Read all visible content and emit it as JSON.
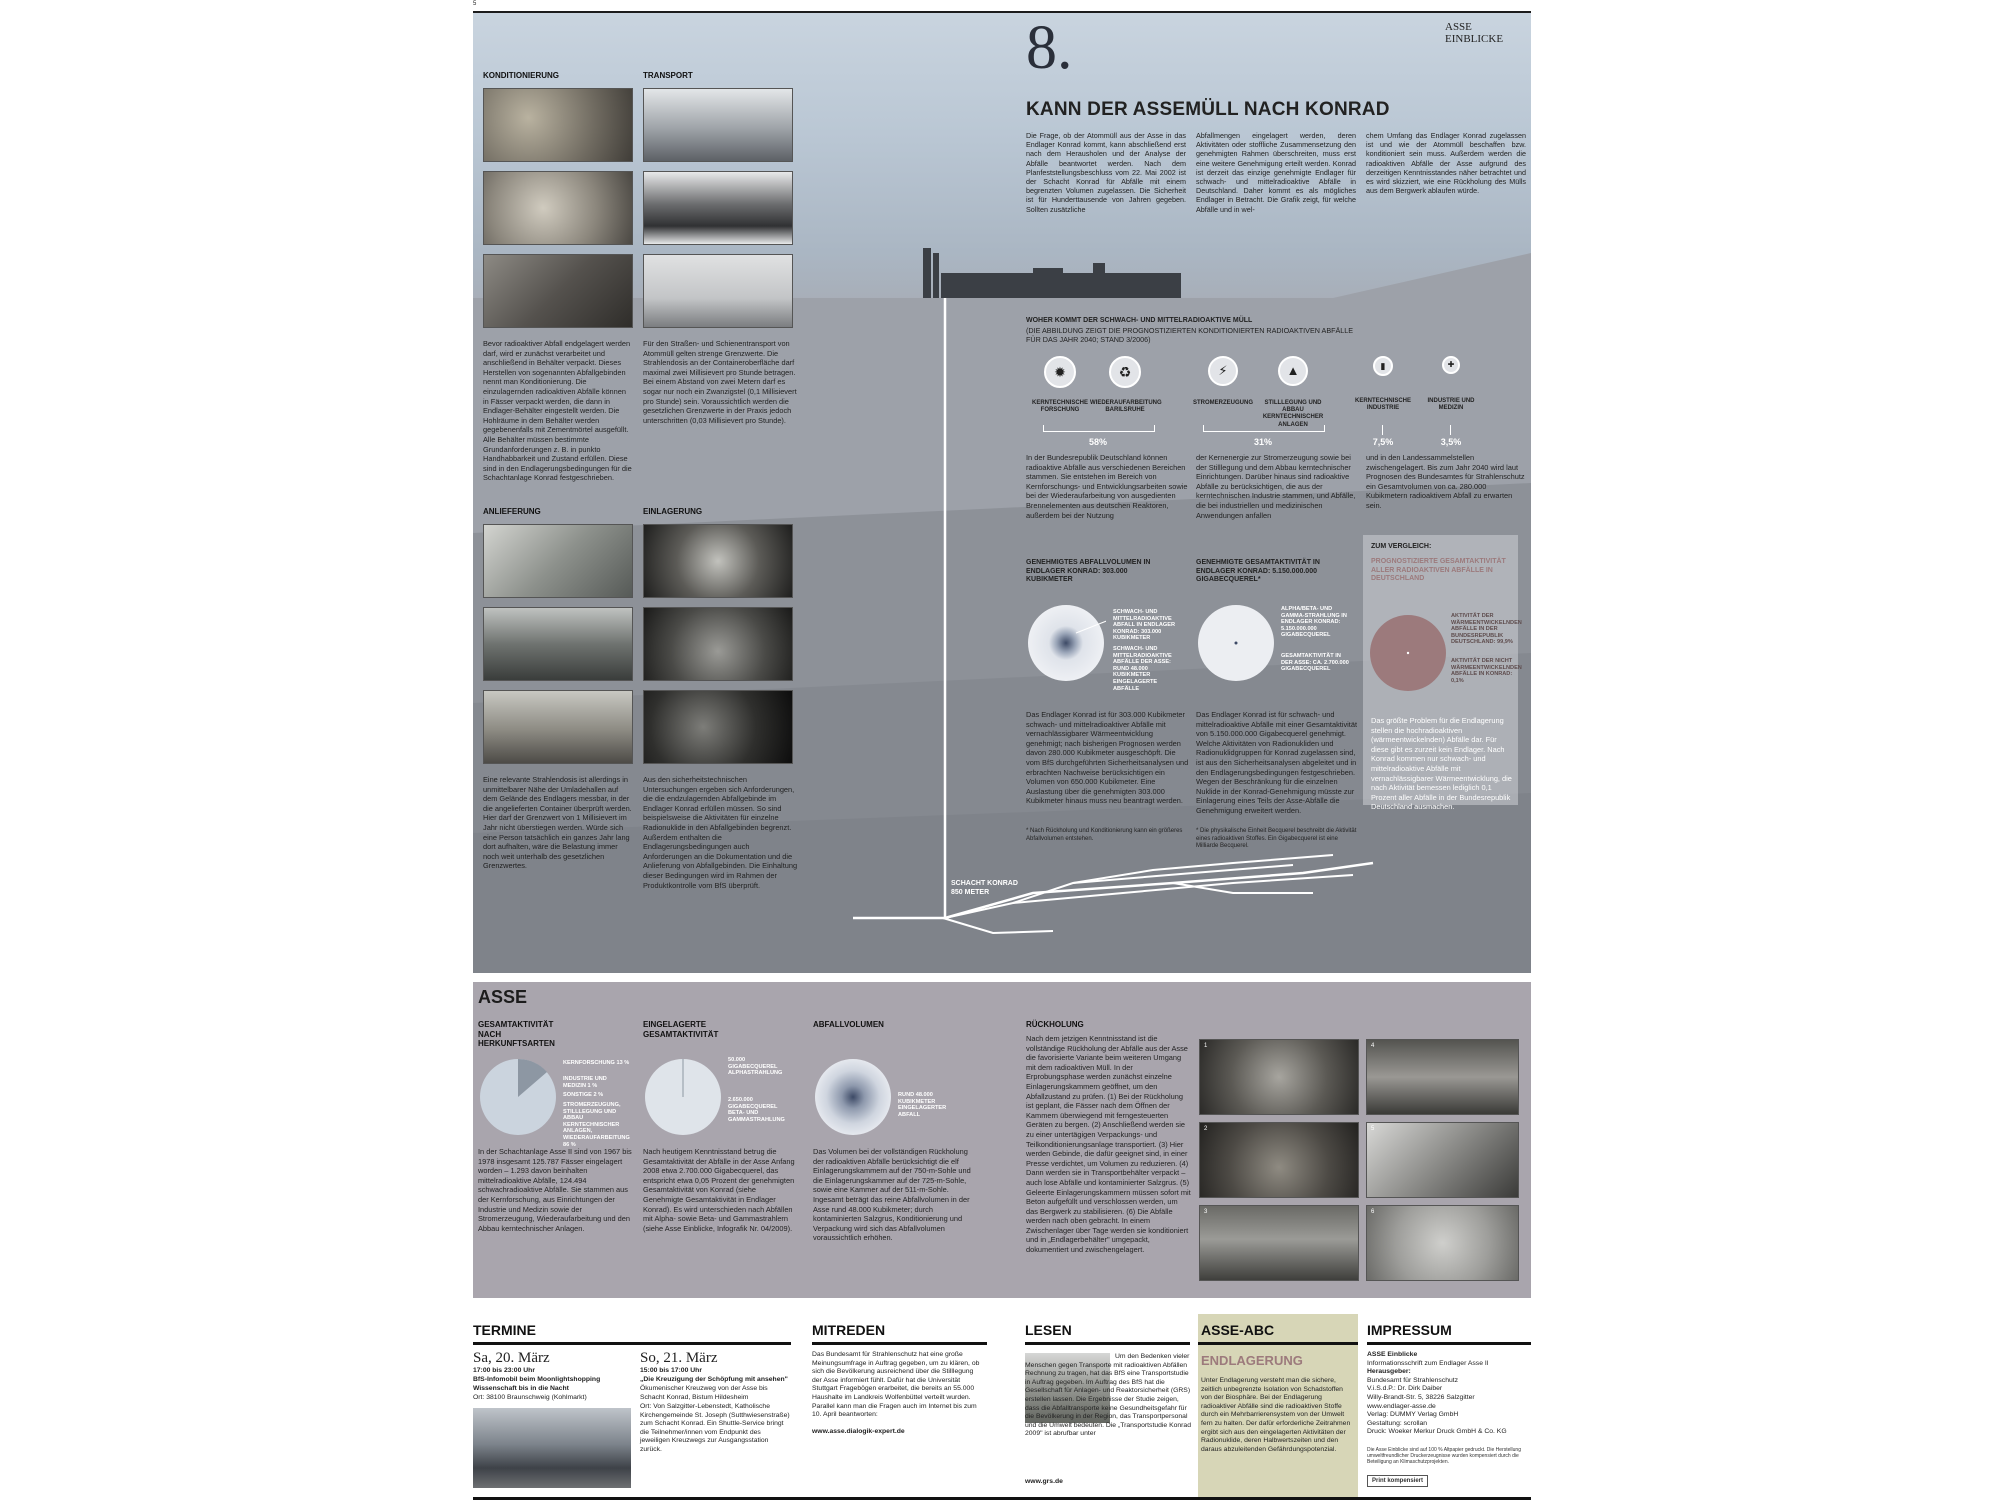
{
  "page_number": "5",
  "header": {
    "number": "8.",
    "series": "ASSE EINBLICKE",
    "title": "KANN DER ASSEMÜLL NACH KONRAD",
    "intro": [
      "Die Frage, ob der Atommüll aus der Asse in das Endlager Konrad kommt, kann abschließend erst nach dem Herausholen und der Analyse der Abfälle beantwortet werden. Nach dem Planfeststellungsbeschluss vom 22. Mai 2002 ist der Schacht Konrad für Abfälle mit einem begrenzten Volumen zugelassen. Die Sicherheit ist für Hunderttausende von Jahren gegeben. Sollten zusätzliche",
      "Abfallmengen eingelagert werden, deren Aktivitäten oder stoffliche Zusammensetzung den genehmigten Rahmen überschreiten, muss erst eine weitere Genehmigung erteilt werden. Konrad ist derzeit das einzige genehmigte Endlager für schwach- und mittelradioaktive Abfälle in Deutschland. Daher kommt es als mögliches Endlager in Betracht. Die Grafik zeigt, für welche Abfälle und in wel-",
      "chem Umfang das Endlager Konrad zugelassen ist und wie der Atommüll beschaffen bzw. konditioniert sein muss. Außerdem werden die radioaktiven Abfälle der Asse aufgrund des derzeitigen Kenntnisstandes näher betrachtet und es wird skizziert, wie eine Rückholung des Mülls aus dem Bergwerk ablaufen würde."
    ]
  },
  "left": {
    "konditionierung": {
      "label": "KONDITIONIERUNG",
      "text": "Bevor radioaktiver Abfall endgelagert werden darf, wird er zunächst verarbeitet und anschließend in Behälter verpackt. Dieses Herstellen von sogenannten Abfallgebinden nennt man Konditionierung. Die einzulagernden radioaktiven Abfälle können in Fässer verpackt werden, die dann in Endlager-Behälter eingestellt werden. Die Hohlräume in dem Behälter werden gegebenenfalls mit Zementmörtel ausgefüllt. Alle Behälter müssen bestimmte Grundanforderungen z. B. in punkto Handhabbarkeit und Zustand erfüllen. Diese sind in den Endlagerungsbedingungen für die Schachtanlage Konrad festgeschrieben."
    },
    "transport": {
      "label": "TRANSPORT",
      "text": "Für den Straßen- und Schienentransport von Atommüll gelten strenge Grenzwerte. Die Strahlendosis an der Containeroberfläche darf maximal zwei Millisievert pro Stunde betragen. Bei einem Abstand von zwei Metern darf es sogar nur noch ein Zwanzigstel (0,1 Millisievert pro Stunde) sein. Voraussichtlich werden die gesetzlichen Grenzwerte in der Praxis jedoch unterschritten (0,03 Millisievert pro Stunde)."
    },
    "anlieferung": {
      "label": "ANLIEFERUNG",
      "text": "Eine relevante Strahlendosis ist allerdings in unmittelbarer Nähe der Umladehallen auf dem Gelände des Endlagers messbar, in der die angelieferten Container überprüft werden. Hier darf der Grenzwert von 1 Millisievert im Jahr nicht überstiegen werden. Würde sich eine Person tatsächlich ein ganzes Jahr lang dort aufhalten, wäre die Belastung immer noch weit unterhalb des gesetzlichen Grenzwertes."
    },
    "einlagerung": {
      "label": "EINLAGERUNG",
      "text": "Aus den sicherheitstechnischen Untersuchungen ergeben sich Anforderungen, die die endzulagernden Abfallgebinde im Endlager Konrad erfüllen müssen. So sind beispielsweise die Aktivitäten für einzelne Radionuklide in den Abfallgebinden begrenzt. Außerdem enthalten die Endlagerungsbedingungen auch Anforderungen an die Dokumentation und die Anlieferung von Abfallgebinden. Die Einhaltung dieser Bedingungen wird im Rahmen der Produktkontrolle vom BfS überprüft."
    }
  },
  "herkunft": {
    "title": "WOHER KOMMT DER SCHWACH- UND MITTELRADIOAKTIVE MÜLL",
    "subtitle": "(DIE ABBILDUNG ZEIGT DIE PROGNOSTIZIERTEN KONDITIONIERTEN RADIOAKTIVEN ABFÄLLE FÜR DAS JAHR 2040; STAND 3/2006)",
    "categories": [
      {
        "label": "KERNTECHNISCHE FORSCHUNG",
        "icon": "atom-icon"
      },
      {
        "label": "WIEDERAUFARBEITUNG BARILSRUHE",
        "icon": "recycle-icon"
      },
      {
        "label": "STROMERZEUGUNG",
        "icon": "power-plant-icon"
      },
      {
        "label": "STILLLEGUNG UND ABBAU KERNTECHNISCHER ANLAGEN",
        "icon": "demolition-icon"
      },
      {
        "label": "KERNTECHNISCHE INDUSTRIE",
        "icon": "industry-icon"
      },
      {
        "label": "INDUSTRIE UND MEDIZIN",
        "icon": "medicine-icon"
      }
    ],
    "percentages": [
      {
        "value": "58%",
        "share": 58
      },
      {
        "value": "31%",
        "share": 31
      },
      {
        "value": "7,5%",
        "share": 7.5
      },
      {
        "value": "3,5%",
        "share": 3.5
      }
    ],
    "text": [
      "In der Bundesrepublik Deutschland können radioaktive Abfälle aus verschiedenen Bereichen stammen. Sie entstehen im Bereich von Kernforschungs- und Entwicklungsarbeiten sowie bei der Wiederaufarbeitung von ausgedienten Brennelementen aus deutschen Reaktoren, außerdem bei der Nutzung",
      "der Kernenergie zur Stromerzeugung sowie bei der Stilllegung und dem Abbau kerntechnischer Einrichtungen. Darüber hinaus sind radioaktive Abfälle zu berücksichtigen, die aus der kerntechnischen Industrie stammen, und Abfälle, die bei industriellen und medizinischen Anwendungen anfallen",
      "und in den Landessammelstellen zwischengelagert. Bis zum Jahr 2040 wird laut Prognosen des Bundesamtes für Strahlenschutz ein Gesamtvolumen von ca. 280.000 Kubikmetern radioaktivem Abfall zu erwarten sein."
    ]
  },
  "konrad": {
    "volume": {
      "title": "GENEHMIGTES ABFALLVOLUMEN IN ENDLAGER KONRAD: 303.000 KUBIKMETER",
      "label1": "SCHWACH- UND MITTELRADIOAKTIVE ABFALL IN ENDLAGER KONRAD: 303.000 KUBIKMETER",
      "label2": "SCHWACH- UND MITTELRADIOAKTIVE ABFÄLLE DER ASSE: RUND 48.000 KUBIKMETER EINGELAGERTE ABFÄLLE",
      "text": "Das Endlager Konrad ist für 303.000 Kubikmeter schwach- und mittelradioaktiver Abfälle mit vernachlässigbarer Wärmeentwicklung genehmigt; nach bisherigen Prognosen werden davon 280.000 Kubikmeter ausgeschöpft. Die vom BfS durchgeführten Sicherheitsanalysen und erbrachten Nachweise berücksichtigen ein Volumen von 650.000 Kubikmeter. Eine Auslastung über die genehmigten 303.000 Kubikmeter hinaus muss neu beantragt werden.",
      "footnote": "* Nach Rückholung und Konditionierung kann ein größeres Abfallvolumen entstehen."
    },
    "activity": {
      "title": "GENEHMIGTE GESAMTAKTIVITÄT IN ENDLAGER KONRAD: 5.150.000.000 GIGABECQUEREL*",
      "label1": "ALPHA/BETA- UND GAMMA-STRAHLUNG IN ENDLAGER KONRAD: 5.150.000.000 GIGABECQUEREL",
      "label2": "GESAMTAKTIVITÄT IN DER ASSE: CA. 2.700.000 GIGABECQUEREL",
      "text": "Das Endlager Konrad ist für schwach- und mittelradioaktive Abfälle mit einer Gesamtaktivität von 5.150.000.000 Gigabecquerel genehmigt. Welche Aktivitäten von Radionukliden und Radionuklidgruppen für Konrad zugelassen sind, ist aus den Sicherheitsanalysen abgeleitet und in den Endlagerungsbedingungen festgeschrieben. Wegen der Beschränkung für die einzelnen Nuklide in der Konrad-Genehmigung müsste zur Einlagerung eines Teils der Asse-Abfälle die Genehmigung erweitert werden.",
      "footnote": "* Die physikalische Einheit Becquerel beschreibt die Aktivität eines radioaktiven Stoffes. Ein Gigabecquerel ist eine Milliarde Becquerel."
    },
    "comparison": {
      "title": "ZUM VERGLEICH:",
      "subtitle": "PROGNOSTIZIERTE GESAMTAKTIVITÄT ALLER RADIOAKTIVEN ABFÄLLE IN DEUTSCHLAND",
      "label1": "AKTIVITÄT DER WÄRMEENTWICKELNDEN ABFÄLLE IN DER BUNDESREPUBLIK DEUTSCHLAND: 99,9%",
      "label2": "AKTIVITÄT DER NICHT WÄRMEENTWICKELNDEN ABFÄLLE IN KONRAD: 0,1%",
      "share_heat": 99.9,
      "share_konrad": 0.1,
      "text": "Das größte Problem für die Endlagerung stellen die hochradioaktiven (wärmeentwickelnden) Abfälle dar. Für diese gibt es zurzeit kein Endlager. Nach Konrad kommen nur schwach- und mittelradioaktive Abfälle mit vernachlässigbarer Wärmeentwicklung, die nach Aktivität bemessen lediglich 0,1 Prozent aller Abfälle in der Bundesrepublik Deutschland ausmachen."
    },
    "shaft": "SCHACHT KONRAD 850 METER"
  },
  "asse": {
    "title": "ASSE",
    "c1": {
      "title": "GESAMTAKTIVITÄT NACH HERKUNFTSARTEN",
      "labels": [
        "KERNFORSCHUNG 13 %",
        "INDUSTRIE UND MEDIZIN 1 %",
        "SONSTIGE 2 %",
        "STROMERZEUGUNG, STILLLEGUNG UND ABBAU KERNTECHNISCHER ANLAGEN, WIEDERAUFARBEITUNG 86 %"
      ],
      "shares": [
        13,
        1,
        2,
        86
      ],
      "text": "In der Schachtanlage Asse II sind von 1967 bis 1978 insgesamt 125.787 Fässer eingelagert worden – 1.293 davon beinhalten mittelradioaktive Abfälle, 124.494 schwachradioaktive Abfälle. Sie stammen aus der Kernforschung, aus Einrichtungen der Industrie und Medizin sowie der Stromerzeugung, Wiederaufarbeitung und den Abbau kerntechnischer Anlagen."
    },
    "c2": {
      "title": "EINGELAGERTE GESAMTAKTIVITÄT",
      "labels": [
        "50.000 GIGABECQUEREL ALPHASTRAHLUNG",
        "2.650.000 GIGABECQUEREL BETA- UND GAMMASTRAHLUNG"
      ],
      "values": [
        50000,
        2650000
      ],
      "text": "Nach heutigem Kenntnisstand betrug die Gesamtaktivität der Abfälle in der Asse Anfang 2008 etwa 2.700.000 Gigabecquerel, das entspricht etwa 0,05 Prozent der genehmigten Gesamtaktivität von Konrad (siehe Genehmigte Gesamtaktivität in Endlager Konrad). Es wird unterschieden nach Abfällen mit Alpha- sowie Beta- und Gammastrahlern (siehe Asse Einblicke, Infografik Nr. 04/2009)."
    },
    "c3": {
      "title": "ABFALLVOLUMEN",
      "label": "RUND 48.000 KUBIKMETER EINGELAGERTER ABFALL",
      "text": "Das Volumen bei der vollständigen Rückholung der radioaktiven Abfälle berücksichtigt die elf Einlagerungskammern auf der 750-m-Sohle und die Einlagerungskammer auf der 725-m-Sohle, sowie eine Kammer auf der 511-m-Sohle. Ingesamt beträgt das reine Abfallvolumen in der Asse rund 48.000 Kubikmeter; durch kontaminierten Salzgrus, Konditionierung und Verpackung wird sich das Abfallvolumen voraussichtlich erhöhen."
    },
    "c4": {
      "title": "RÜCKHOLUNG",
      "text": "Nach dem jetzigen Kenntnisstand ist die vollständige Rückholung der Abfälle aus der Asse die favorisierte Variante beim weiteren Umgang mit dem radioaktiven Müll. In der Erprobungsphase werden zunächst einzelne Einlagerungskammern geöffnet, um den Abfallzustand zu prüfen. (1) Bei der Rückholung ist geplant, die Fässer nach dem Öffnen der Kammern überwiegend mit ferngesteuerten Geräten zu bergen. (2) Anschließend werden sie zu einer untertägigen Verpackungs- und Teilkonditionierungsanlage transportiert. (3) Hier werden Gebinde, die dafür geeignet sind, in einer Presse verdichtet, um Volumen zu reduzieren. (4) Dann werden sie in Transportbehälter verpackt – auch lose Abfälle und kontaminierter Salzgrus. (5) Geleerte Einlagerungskammern müssen sofort mit Beton aufgefüllt und verschlossen werden, um das Bergwerk zu stabilisieren. (6) Die Abfälle werden nach oben gebracht. In einem Zwischenlager über Tage werden sie konditioniert und in „Endlagerbehälter\" umgepackt, dokumentiert und zwischengelagert.",
      "photo_numbers": [
        "1",
        "4",
        "2",
        "5",
        "3",
        "6"
      ]
    }
  },
  "bottom": {
    "termine": {
      "title": "TERMINE",
      "d1": {
        "date": "Sa, 20. März",
        "time": "17:00 bis 23:00 Uhr",
        "event": "BfS-Infomobil beim Moonlightshopping",
        "sub": "Wissenschaft bis in die Nacht",
        "ort": "Ort: 38100 Braunschweig (Kohlmarkt)"
      },
      "d2": {
        "date": "So, 21. März",
        "time": "15:00 bis 17:00 Uhr",
        "event": "„Die Kreuzigung der Schöpfung mit ansehen\"",
        "text": "Ökumenischer Kreuzweg von der Asse bis Schacht Konrad, Bistum Hildesheim",
        "ort": "Ort: Von Salzgitter-Lebenstedt, Katholische Kirchengemeinde St. Joseph (Sutthwiesenstraße) zum Schacht Konrad. Ein Shuttle-Service bringt die Teilnehmer/innen vom Endpunkt des jeweiligen Kreuzwegs zur Ausgangsstation zurück."
      }
    },
    "mitreden": {
      "title": "MITREDEN",
      "text": "Das Bundesamt für Strahlenschutz hat eine große Meinungsumfrage in Auftrag gegeben, um zu klären, ob sich die Bevölkerung ausreichend über die Stilllegung der Asse informiert fühlt. Dafür hat die Universität Stuttgart Fragebögen erarbeitet, die bereits an 55.000 Haushalte im Landkreis Wolfenbüttel verteilt wurden. Parallel kann man die Fragen auch im Internet bis zum 10. April beantworten:",
      "link": "www.asse.dialogik-expert.de"
    },
    "lesen": {
      "title": "LESEN",
      "text": "Um den Bedenken vieler Menschen gegen Transporte mit radioaktiven Abfällen Rechnung zu tragen, hat das BfS eine Transportstudie in Auftrag gegeben. Im Auftrag des BfS hat die Gesellschaft für Anlagen- und Reaktorsicherheit (GRS) erstellen lassen. Die Ergebnisse der Studie zeigen, dass die Abfalltransporte keine Gesundheitsgefahr für die Bevölkerung in der Region, das Transportpersonal und die Umwelt bedeuten. Die „Transportstudie Konrad 2009\" ist abrufbar unter",
      "link": "www.grs.de"
    },
    "abc": {
      "title": "ASSE-ABC",
      "term": "ENDLAGERUNG",
      "text": "Unter Endlagerung versteht man die sichere, zeitlich unbegrenzte Isolation von Schadstoffen von der Biosphäre. Bei der Endlagerung radioaktiver Abfälle sind die radioaktiven Stoffe durch ein Mehrbarrierensystem von der Umwelt fern zu halten. Der dafür erforderliche Zeitrahmen ergibt sich aus den eingelagerten Aktivitäten der Radionuklide, deren Halbwertszeiten und den daraus abzuleitenden Gefährdungspotenzial."
    },
    "impressum": {
      "title": "IMPRESSUM",
      "lines": [
        "ASSE Einblicke",
        "Informationsschrift zum Endlager Asse II",
        "Herausgeber:",
        "Bundesamt für Strahlenschutz",
        "V.i.S.d.P.: Dr. Dirk Daiber",
        "Willy-Brandt-Str. 5, 38226 Salzgitter",
        "www.endlager-asse.de",
        "Verlag: DUMMY Verlag GmbH",
        "Gestaltung: scrollan",
        "Druck: Woeker Merkur Druck GmbH & Co. KG"
      ],
      "note": "Die Asse Einblicke sind auf 100 % Altpapier gedruckt. Die Herstellung umweltfreundlicher Druckerzeugnisse wurden kompensiert durch die Beteiligung an Klimaschutzprojekten.",
      "logo": "Print kompensiert"
    }
  },
  "colors": {
    "accent_rose": "#9c7a7c",
    "abc_bg": "#d7d6b7",
    "dark": "#1c1c1c"
  }
}
